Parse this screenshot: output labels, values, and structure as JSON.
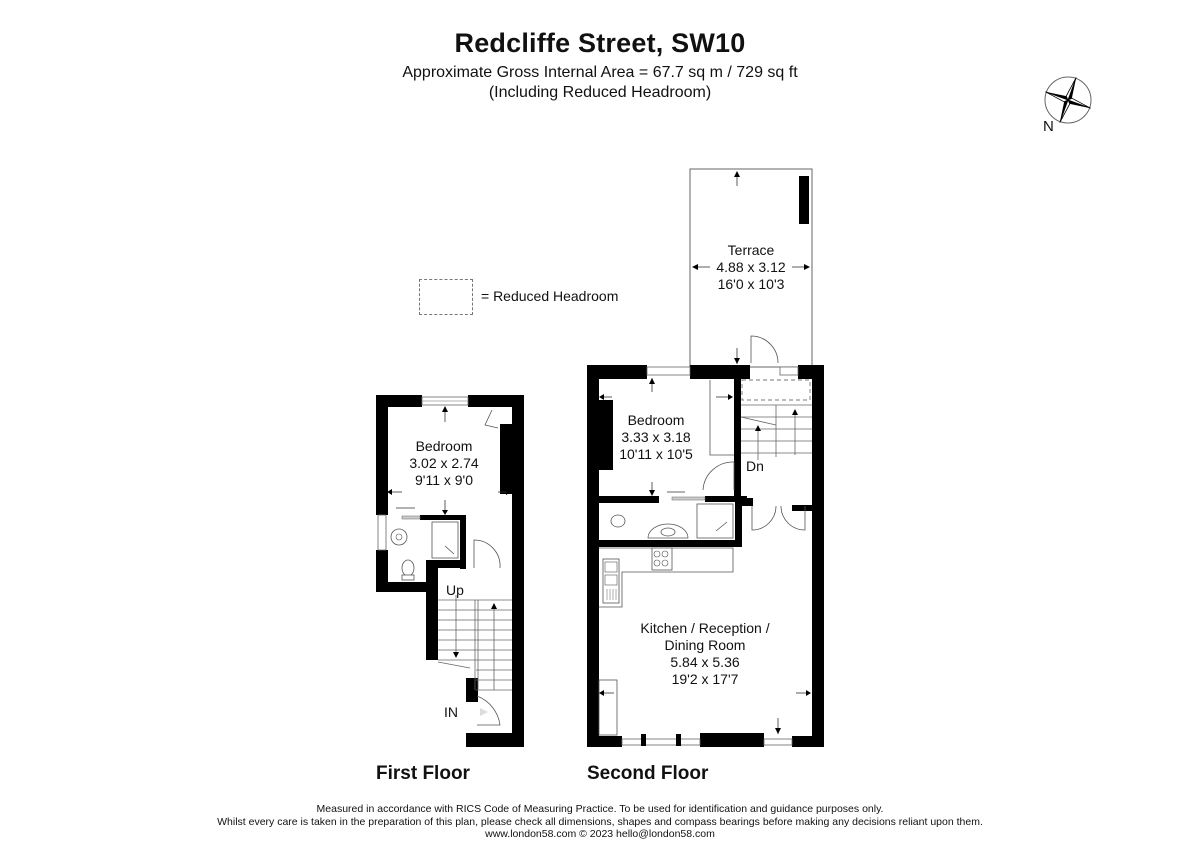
{
  "header": {
    "title": "Redcliffe Street, SW10",
    "area_line": "Approximate Gross Internal Area = 67.7 sq m / 729 sq ft",
    "headroom_note": "(Including Reduced Headroom)"
  },
  "compass": {
    "icon": "compass-rose-icon",
    "label": "N"
  },
  "legend": {
    "icon": "dashed-rectangle-icon",
    "label": "= Reduced Headroom"
  },
  "floors": {
    "first": {
      "label": "First Floor",
      "rooms": [
        {
          "name": "Bedroom",
          "metric": "3.02 x 2.74",
          "imperial": "9'11 x 9'0"
        }
      ],
      "stairs_label": "Up",
      "entrance_label": "IN"
    },
    "second": {
      "label": "Second Floor",
      "rooms": [
        {
          "name": "Terrace",
          "metric": "4.88 x 3.12",
          "imperial": "16'0 x 10'3"
        },
        {
          "name": "Bedroom",
          "metric": "3.33 x 3.18",
          "imperial": "10'11 x 10'5"
        },
        {
          "name_line1": "Kitchen / Reception /",
          "name_line2": "Dining Room",
          "metric": "5.84 x 5.36",
          "imperial": "19'2 x 17'7"
        }
      ],
      "stairs_label": "Dn"
    }
  },
  "footer": {
    "line1": "Measured in accordance with RICS Code of Measuring Practice. To be used for identification and guidance purposes only.",
    "line2": "Whilst every care is taken in the preparation of this plan, please check all dimensions, shapes and compass bearings before making any decisions reliant upon them.",
    "line3": "www.london58.com © 2023 hello@london58.com"
  },
  "colors": {
    "wall": "#000000",
    "line": "#555555",
    "dashed": "#777777",
    "window": "#bbbbbb"
  }
}
